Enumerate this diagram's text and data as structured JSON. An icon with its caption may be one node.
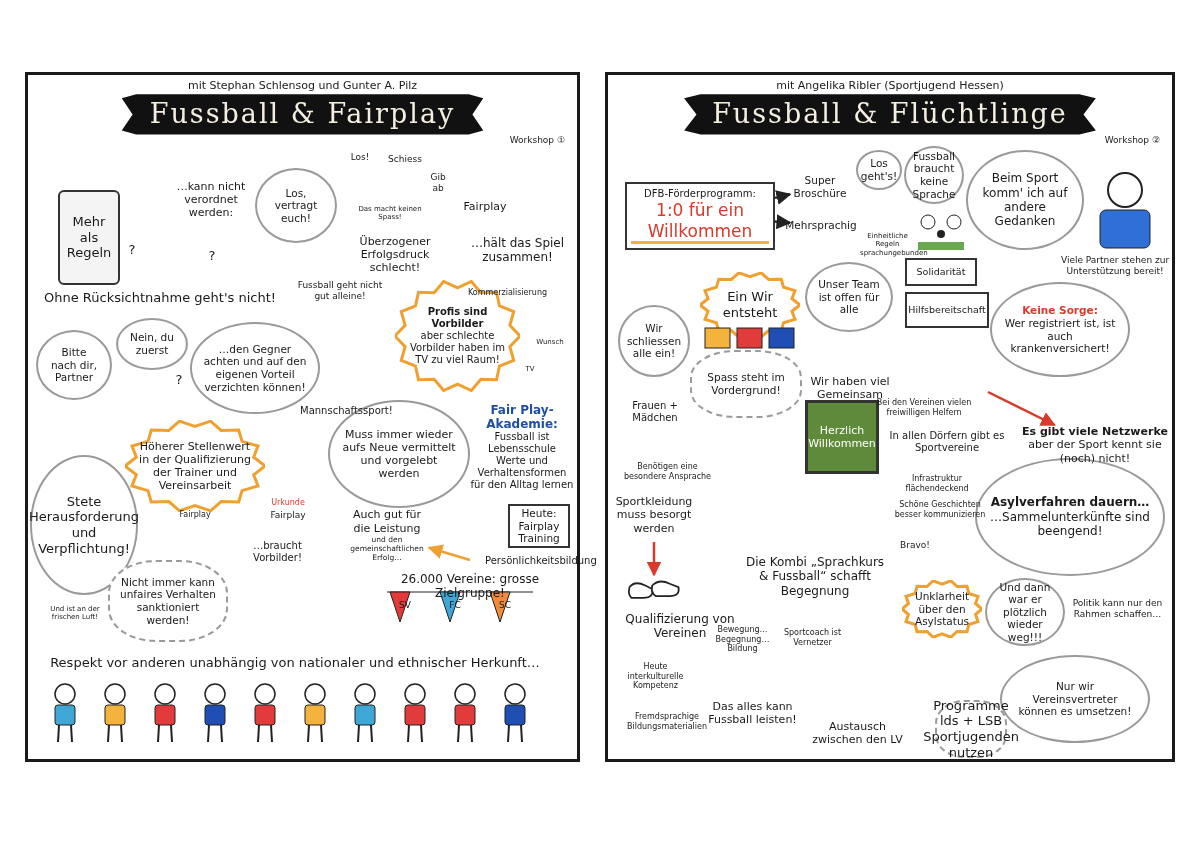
{
  "diagram": {
    "nodes": [
      {
        "text": [
          "mit Stephan Schlensog und Gunter A. Pilz",
          "Fussball & Fairplay",
          "Workshop ①"
        ]
      },
      {
        "text": [
          "Mehr als Regeln"
        ],
        "in": 0
      },
      {
        "text": [
          "Los, vertragt euch!"
        ],
        "in": 0
      },
      {
        "text": [
          "Bitte nach dir, Partner"
        ],
        "in": 0
      },
      {
        "text": [
          "Nein, du zuerst"
        ],
        "in": 0
      },
      {
        "text": [
          "…den Gegner achten und auf den eigenen Vorteil verzichten können!"
        ],
        "in": 0
      },
      {
        "text": [
          "Profis sind Vorbilder",
          "aber schlechte Vorbilder haben im TV zu viel Raum!"
        ],
        "in": 0
      },
      {
        "text": [
          "Muss immer wieder aufs Neue vermittelt und vorgelebt werden"
        ],
        "in": 0
      },
      {
        "text": [
          "Fair Play-Akademie:",
          "Fussball ist Lebensschule",
          "Werte und Verhaltensformen für den Alltag lernen"
        ],
        "in": 0
      },
      {
        "text": [
          "Heute: Fairplay Training"
        ],
        "in": 0
      },
      {
        "text": [
          "Höherer Stellenwert in der Qualifizierung der Trainer und Vereinsarbeit"
        ],
        "in": 0
      },
      {
        "text": [
          "Stete Herausforderung und Verpflichtung!"
        ],
        "in": 0
      },
      {
        "text": [
          "Nicht immer kann unfaires Verhalten sanktioniert werden!"
        ],
        "in": 0
      },
      {
        "text": [
          "Auch gut für die Leistung"
        ],
        "beside": [
          "und den gemeinschaftlichen Erfolg…"
        ],
        "in": 0
      },
      {
        "text": [
          "mit Angelika Ribler (Sportjugend Hessen)",
          "Fussball & Flüchtlinge",
          "Workshop ②"
        ]
      },
      {
        "text": [
          "DFB-Förderprogramm:",
          "1:0 für ein Willkommen"
        ],
        "in": 14
      },
      {
        "text": [
          "Super Broschüre"
        ],
        "in": 14
      },
      {
        "text": [
          "Mehrsprachig"
        ],
        "in": 14
      },
      {
        "text": [
          "Beim Sport komm' ich auf andere Gedanken"
        ],
        "in": 14
      },
      {
        "text": [
          "Ein Wir entsteht"
        ],
        "in": 14
      },
      {
        "text": [
          "Unser Team ist offen für alle"
        ],
        "in": 14
      },
      {
        "text": [
          "Wir schliessen alle ein!"
        ],
        "in": 14
      },
      {
        "text": [
          "Spass steht im Vordergrund!"
        ],
        "in": 14
      },
      {
        "text": [
          "Keine Sorge:",
          "Wer registriert ist, ist auch krankenversichert!"
        ],
        "in": 14
      },
      {
        "text": [
          "Es gibt viele Netzwerke",
          "aber der Sport kennt sie (noch) nicht!"
        ],
        "in": 14
      },
      {
        "text": [
          "Sportkleidung muss besorgt werden"
        ],
        "in": 14
      },
      {
        "text": [],
        "shape": "picture",
        "in": 14
      },
      {
        "text": [
          "Asylverfahren dauern…",
          "…Sammelunterkünfte sind beengend!"
        ],
        "in": 14
      },
      {
        "text": [
          "Unklarheit über den Asylstatus"
        ],
        "in": 14
      },
      {
        "text": [
          "Und dann war er plötzlich wieder weg!!!"
        ],
        "in": 14
      },
      {
        "text": [
          "Nur wir Vereinsvertreter können es umsetzen!"
        ],
        "in": 14
      },
      {
        "text": [
          "Programme lds + LSB Sportjugenden nutzen"
        ],
        "in": 14
      },
      {
        "text": [
          "Los geht's!"
        ],
        "in": 14
      },
      {
        "text": [
          "Fussball braucht keine Sprache"
        ],
        "in": 14
      },
      {
        "text": [
          "Herzlich Willkommen"
        ],
        "in": 14
      },
      {
        "text": [
          "Solidarität"
        ],
        "in": 14
      },
      {
        "text": [
          "Hilfsbereitschaft"
        ],
        "in": 14
      }
    ],
    "edges": [
      {
        "from": 15,
        "to": 16,
        "arrow": "to"
      },
      {
        "from": 15,
        "to": 17,
        "arrow": "to"
      },
      {
        "from": null,
        "to": 24,
        "arrow": "to",
        "color": "#d93a2b"
      },
      {
        "from": 25,
        "to": 26,
        "arrow": "to",
        "color": "#d93a2b"
      },
      {
        "from": null,
        "to": 13,
        "arrow": "to",
        "color": "#f0a030"
      }
    ],
    "labels": [
      "…kann nicht verordnet werden:",
      "?",
      "?",
      "Los!",
      "Schiess",
      "Gib ab",
      "Das macht keinen Spass!",
      "Überzogener Erfolgsdruck schlecht!",
      "Fairplay",
      "…hält das Spiel zusammen!",
      "Ohne Rücksichtnahme geht's nicht!",
      "?",
      "Fussball geht nicht gut alleine!",
      "Mannschaftssport!",
      "Kommerzialisierung",
      "Wunsch",
      "TV",
      "Urkunde",
      "Fairplay",
      "Fairplay",
      "…braucht Vorbilder!",
      "Persönlichkeitsbildung",
      "Und ist an der frischen Luft!",
      "26.000 Vereine: grosse Zielgruppe!",
      "SV",
      "FC",
      "SC",
      "Respekt vor anderen unabhängig von nationaler und ethnischer Herkunft…",
      "Einheitliche Regeln sprachungebunden",
      "Viele Partner stehen zur Unterstützung bereit!",
      "Wir haben viel Gemeinsam",
      "Bei den Vereinen vielen freiwilligen Helfern",
      "Frauen + Mädchen",
      "Benötigen eine besondere Ansprache",
      "In allen Dörfern gibt es Sportvereine",
      "Infrastruktur flächendeckend",
      "Schöne Geschichten besser kommunizieren",
      "Bravo!",
      "Die Kombi „Sprachkurs & Fussball“ schafft Begegnung",
      "Qualifizierung von Vereinen",
      "Heute interkulturelle Kompetenz",
      "Fremdsprachige Bildungsmaterialien",
      "Bewegung… Begegnung… Bildung",
      "Das alles kann Fussball leisten!",
      "Sportcoach ist Vernetzer",
      "Austausch zwischen den LV",
      "Politik kann nur den Rahmen schaffen…"
    ]
  }
}
